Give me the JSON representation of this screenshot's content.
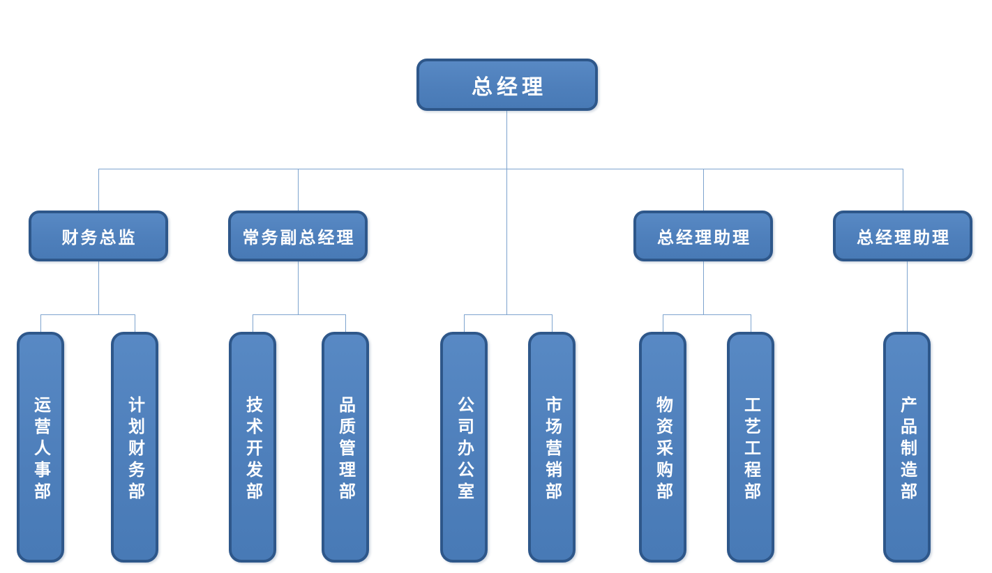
{
  "diagram": {
    "type": "org-chart",
    "root": {
      "label": "总经理"
    },
    "executives": [
      {
        "label": "财务总监",
        "reports_to": "总经理"
      },
      {
        "label": "常务副总经理",
        "reports_to": "总经理"
      },
      {
        "label": "总经理助理",
        "reports_to": "总经理"
      },
      {
        "label": "总经理助理",
        "reports_to": "总经理"
      }
    ],
    "departments": [
      {
        "label": "运营人事部",
        "reports_to": "财务总监"
      },
      {
        "label": "计划财务部",
        "reports_to": "财务总监"
      },
      {
        "label": "技术开发部",
        "reports_to": "常务副总经理"
      },
      {
        "label": "品质管理部",
        "reports_to": "常务副总经理"
      },
      {
        "label": "公司办公室",
        "reports_to": "总经理"
      },
      {
        "label": "市场营销部",
        "reports_to": "总经理"
      },
      {
        "label": "物资采购部",
        "reports_to": "总经理助理"
      },
      {
        "label": "工艺工程部",
        "reports_to": "总经理助理"
      },
      {
        "label": "产品制造部",
        "reports_to": "总经理助理"
      }
    ],
    "colors": {
      "box_fill": "#4F81BD",
      "box_fill_light": "#5889C4",
      "box_border": "#2E578A",
      "connector": "#7DA3CE",
      "text": "#FFFFFF",
      "background": "#FFFFFF"
    }
  }
}
